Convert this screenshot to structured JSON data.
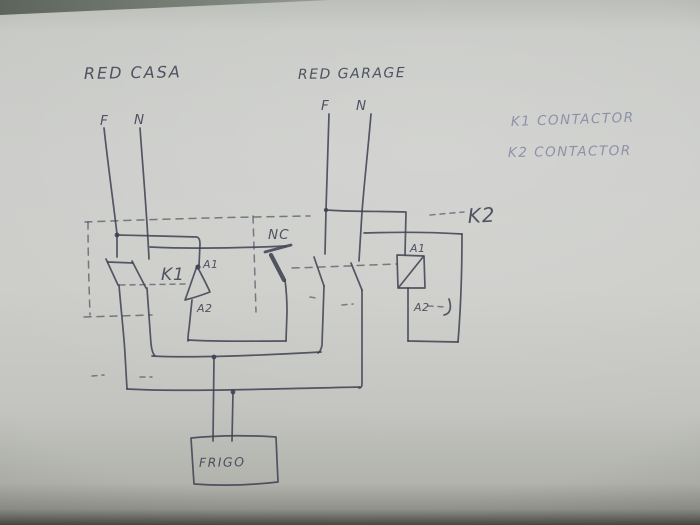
{
  "colors": {
    "ink": "#3e4152",
    "pencil": "#8187a0",
    "paper": "#cbccc9",
    "desk": "#5d645c"
  },
  "schematic": {
    "source_left": {
      "title": "RED CASA",
      "phase": "F",
      "neutral": "N"
    },
    "source_right": {
      "title": "RED GARAGE",
      "phase": "F",
      "neutral": "N"
    },
    "legend": {
      "line1": "K1 CONTACTOR",
      "line2": "K2 CONTACTOR"
    },
    "contactor_k1_label": "K1",
    "contactor_k2_label": "K2",
    "nc_contact_label": "NC",
    "coil_terminal_a1": "A1",
    "coil_terminal_a2": "A2",
    "load_label": "FRIGO"
  }
}
